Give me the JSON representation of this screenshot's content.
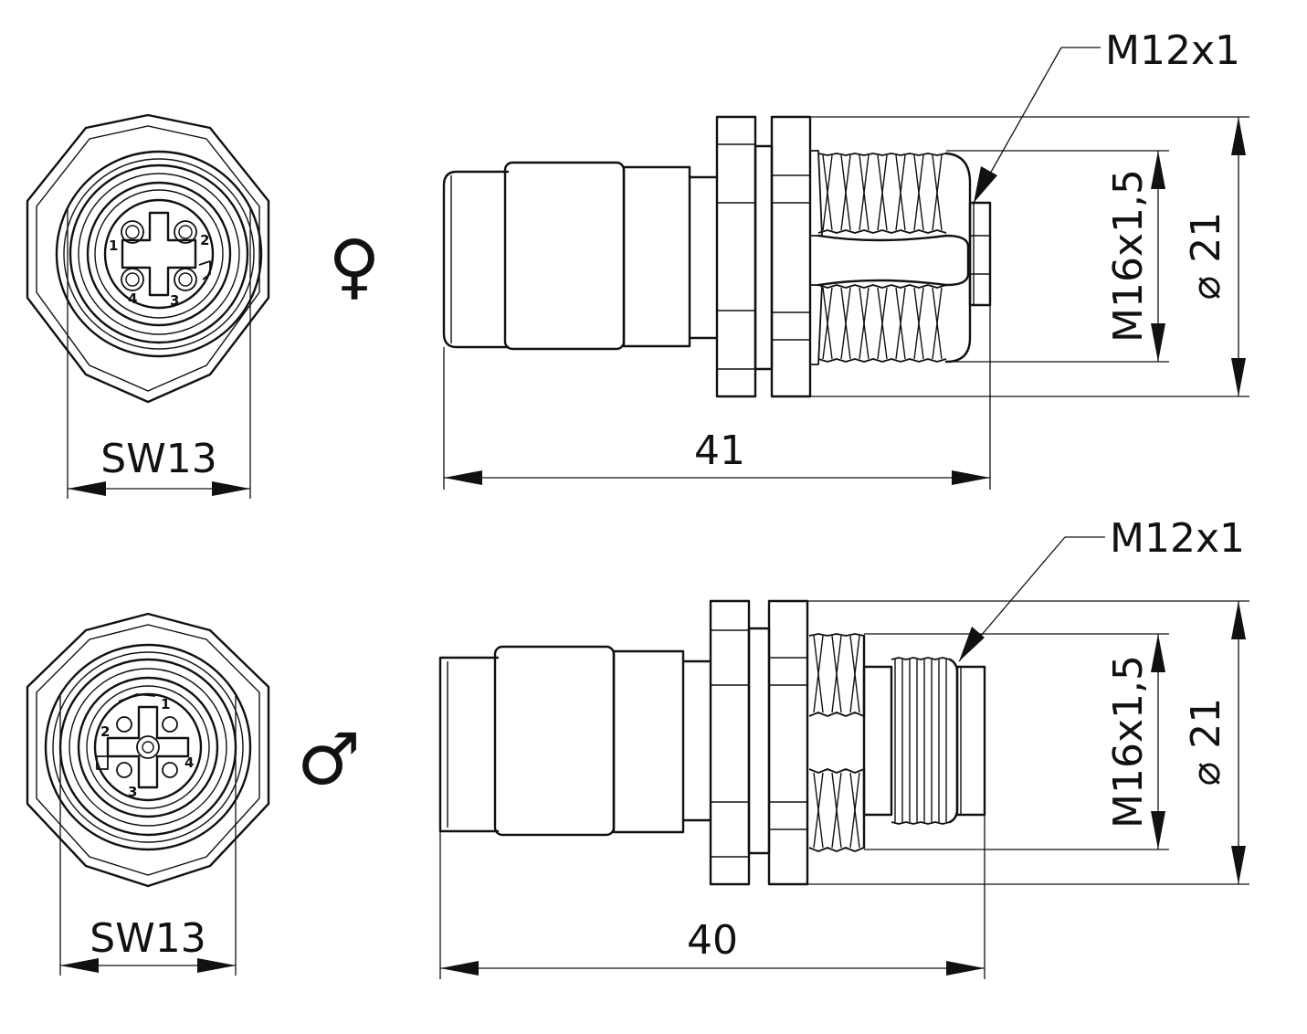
{
  "female": {
    "symbol": "♀",
    "wrench_size": "SW13",
    "length": "41",
    "thread_front": "M12x1",
    "thread_mount": "M16x1,5",
    "diameter": "⌀ 21",
    "pins": [
      "1",
      "2",
      "3",
      "4"
    ]
  },
  "male": {
    "symbol": "♂",
    "wrench_size": "SW13",
    "length": "40",
    "thread_front": "M12x1",
    "thread_mount": "M16x1,5",
    "diameter": "⌀ 21",
    "pins": [
      "1",
      "2",
      "3",
      "4"
    ]
  }
}
